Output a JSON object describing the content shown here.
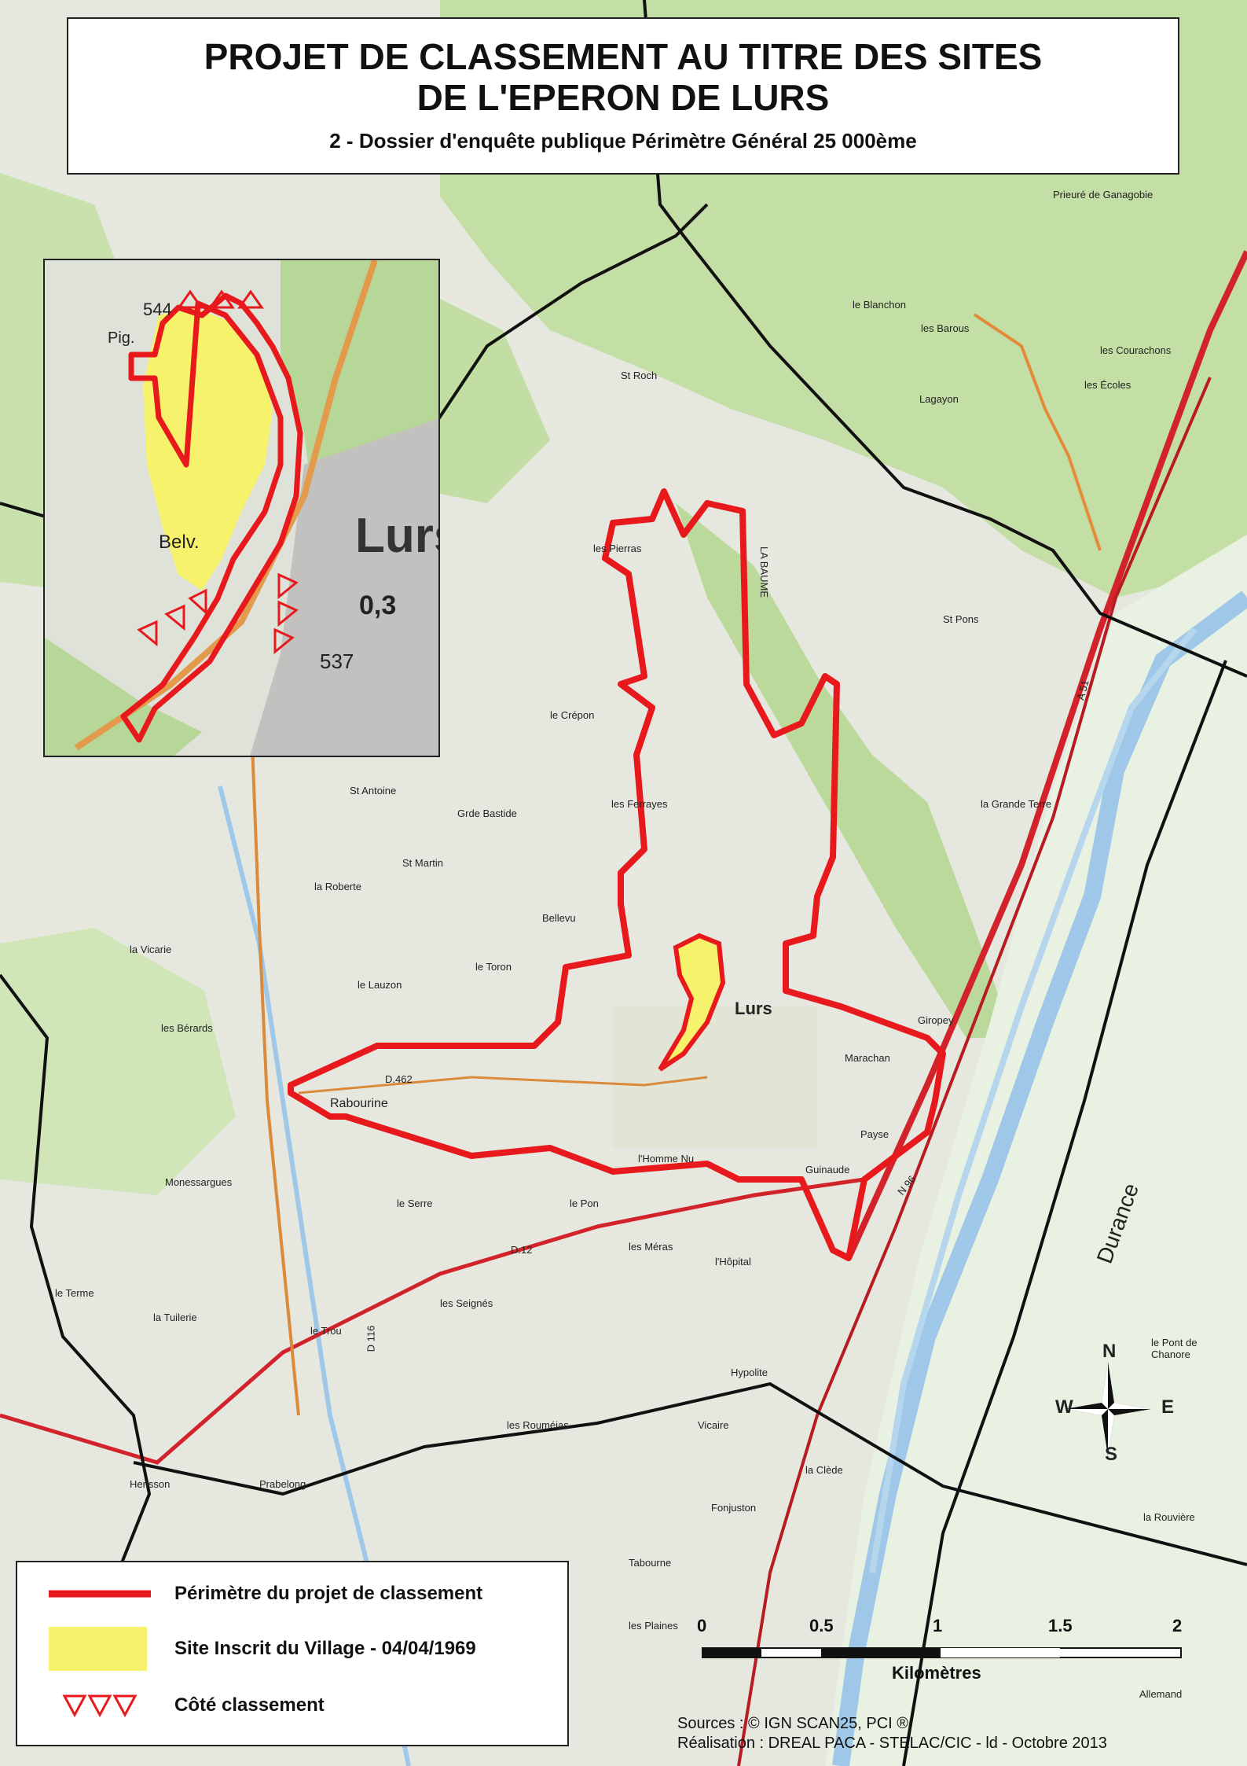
{
  "title": {
    "line1": "PROJET DE CLASSEMENT AU TITRE DES SITES",
    "line2": "DE L'EPERON DE LURS",
    "subtitle": "2 - Dossier d'enquête publique Périmètre Général 25 000ème"
  },
  "legend": {
    "perimeter_label": "Périmètre du projet de classement",
    "site_label": "Site Inscrit du Village - 04/04/1969",
    "cote_label": "Côté classement"
  },
  "scale": {
    "ticks": [
      "0",
      "0.5",
      "1",
      "1.5",
      "2"
    ],
    "unit": "Kilomètres"
  },
  "compass": {
    "n": "N",
    "s": "S",
    "e": "E",
    "w": "W"
  },
  "sources": {
    "line1": "Sources : © IGN SCAN25, PCI ®",
    "line2": "Réalisation : DREAL PACA - STELAC/CIC - ld - Octobre 2013"
  },
  "map_labels": {
    "lurs": "Lurs",
    "durance": "Durance",
    "rabourine": "Rabourine",
    "le_serre": "le Serre",
    "monessargues": "Monessargues",
    "les_berards": "les Bérards",
    "le_terme": "le Terme",
    "la_tuilerie": "la Tuilerie",
    "le_trou": "le Trou",
    "les_seignes": "les Seignés",
    "les_roumejas": "les Rouméjas",
    "prabelong": "Prabelong",
    "herisson": "Herisson",
    "vicaire": "Vicaire",
    "la_clede": "la Clède",
    "fonjuston": "Fonjuston",
    "tabourne": "Tabourne",
    "les_plaines": "les Plaines",
    "le_pont_de_chanore": "le Pont de Chanore",
    "la_rouviere": "la Rouvière",
    "allemand": "Allemand",
    "les_meras": "les Méras",
    "lhopital": "l'Hôpital",
    "le_pon": "le Pon",
    "hypolite": "Hypolite",
    "guinaude": "Guinaude",
    "payse": "Payse",
    "marachan": "Marachan",
    "giropey": "Giropey",
    "la_grande_terre": "la Grande Terre",
    "st_pons": "St Pons",
    "le_crepon": "le Crépon",
    "les_pierras": "les Pierras",
    "la_baume": "LA BAUME",
    "st_roch": "St Roch",
    "lagayon": "Lagayon",
    "les_ecoles": "les Écoles",
    "les_courachons": "les Courachons",
    "le_blanchon": "le Blanchon",
    "les_barous": "les Barous",
    "prieure_de_ganagobie": "Prieuré de Ganagobie",
    "les_ferrayes": "les Ferrayes",
    "st_antoine": "St Antoine",
    "gr_bastide": "Grde Bastide",
    "st_martin": "St Martin",
    "la_roberte": "la Roberte",
    "bellevu": "Bellevu",
    "le_toron": "le Toron",
    "le_lauzon": "le Lauzon",
    "la_vicarie": "la Vicarie",
    "lhomme_nu": "l'Homme Nu",
    "d462": "D.462",
    "d12": "D.12",
    "d116": "D 116",
    "n96": "N 96",
    "a51": "A 51",
    "inset_lurs": "Lurs",
    "inset_belv": "Belv.",
    "inset_pig": "Pig.",
    "inset_544": "544",
    "inset_537": "537",
    "inset_03": "0,3"
  },
  "colors": {
    "perimeter": "#e8191c",
    "site": "#f7f26b",
    "forest": "#bfdca0",
    "river": "#9fc8e8",
    "road": "#d2232a",
    "boundary": "#111111"
  }
}
